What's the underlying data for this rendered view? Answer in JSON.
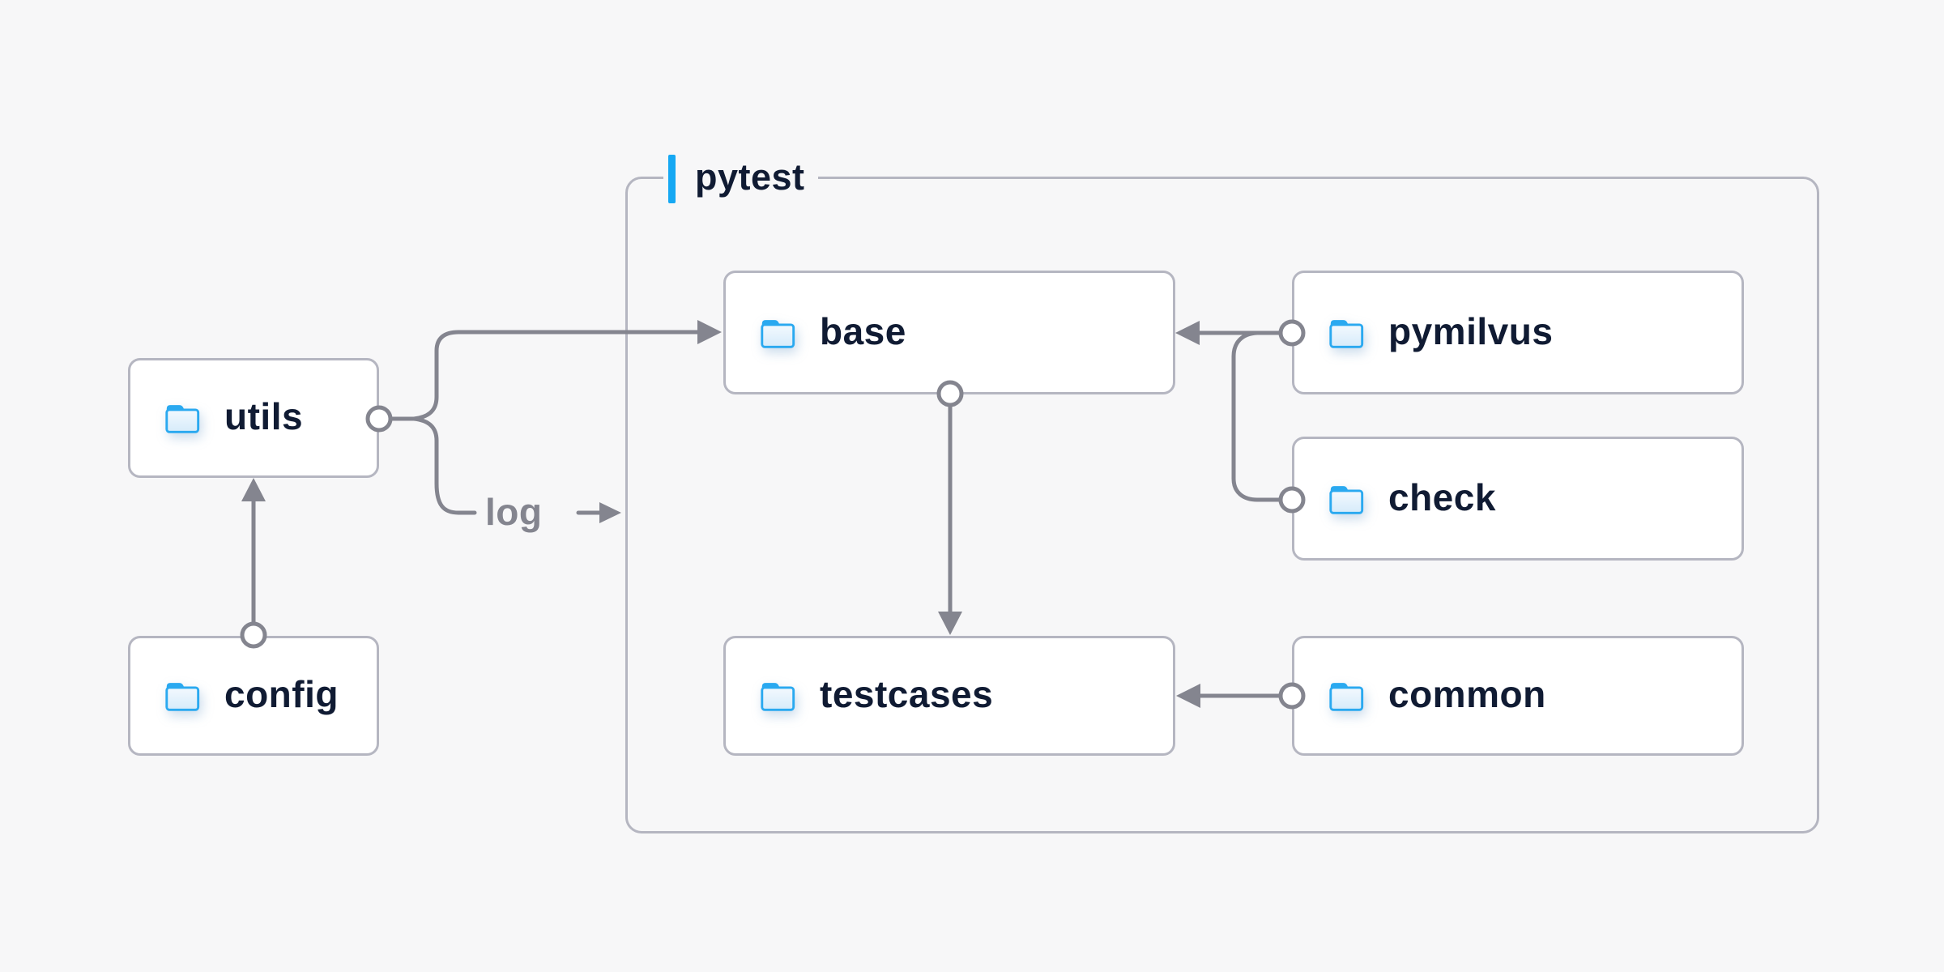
{
  "page": {
    "background": "#f7f7f8"
  },
  "diagram": {
    "group": {
      "label": "pytest"
    },
    "nodes": [
      {
        "id": "utils",
        "label": "utils",
        "icon": "folder-icon"
      },
      {
        "id": "config",
        "label": "config",
        "icon": "folder-icon"
      },
      {
        "id": "base",
        "label": "base",
        "icon": "folder-icon"
      },
      {
        "id": "pymilvus",
        "label": "pymilvus",
        "icon": "folder-icon"
      },
      {
        "id": "check",
        "label": "check",
        "icon": "folder-icon"
      },
      {
        "id": "testcases",
        "label": "testcases",
        "icon": "folder-icon"
      },
      {
        "id": "common",
        "label": "common",
        "icon": "folder-icon"
      }
    ],
    "edge_label": "log",
    "edges": [
      {
        "from": "config",
        "to": "utils"
      },
      {
        "from": "utils",
        "to": "base"
      },
      {
        "from": "utils",
        "to": "pytest-group",
        "label": "log"
      },
      {
        "from": "pymilvus",
        "to": "base"
      },
      {
        "from": "check",
        "to": "base"
      },
      {
        "from": "base",
        "to": "testcases"
      },
      {
        "from": "common",
        "to": "testcases"
      }
    ],
    "colors": {
      "background": "#f7f7f8",
      "node_background": "#ffffff",
      "node_border": "#b5b6c1",
      "connector": "#84858f",
      "label_text": "#101b33",
      "edge_label_text": "#84858f",
      "folder_blue": "#2aa9f0",
      "accent_bar": "#16a8f3"
    }
  }
}
